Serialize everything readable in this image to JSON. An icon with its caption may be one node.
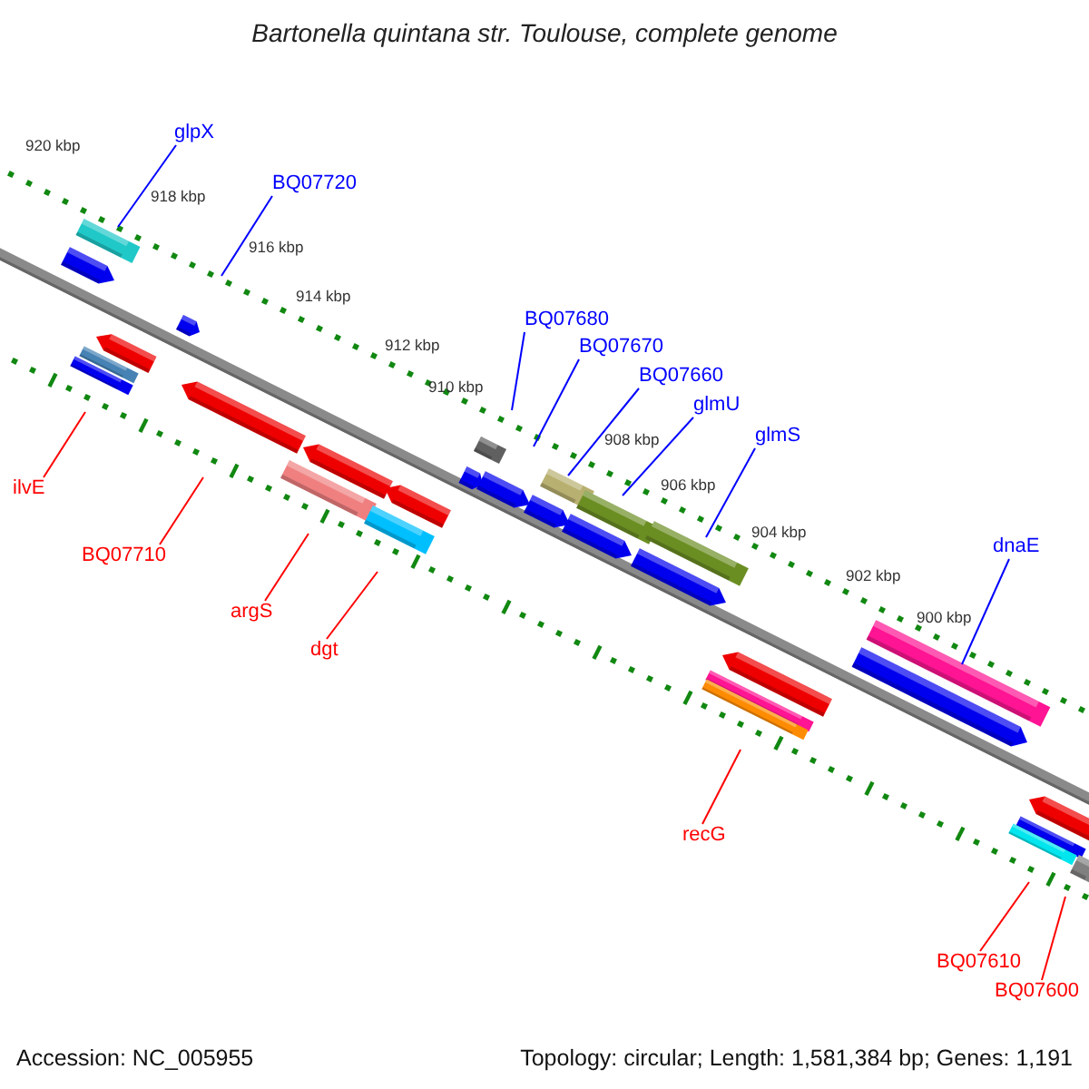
{
  "diagram": {
    "title": "Bartonella quintana str. Toulouse, complete genome",
    "nodes": [
      {
        "text": [
          "glpX"
        ]
      },
      {
        "text": [
          "BQ07720"
        ]
      },
      {
        "text": [
          "BQ07680"
        ]
      },
      {
        "text": [
          "BQ07670"
        ]
      },
      {
        "text": [
          "BQ07660"
        ]
      },
      {
        "text": [
          "glmU"
        ]
      },
      {
        "text": [
          "glmS"
        ]
      },
      {
        "text": [
          "dnaE"
        ]
      },
      {
        "text": [
          "ilvE"
        ]
      },
      {
        "text": [
          "BQ07710"
        ]
      },
      {
        "text": [
          "argS"
        ]
      },
      {
        "text": [
          "dgt"
        ]
      },
      {
        "text": [
          "recG"
        ]
      },
      {
        "text": [
          "BQ07610"
        ]
      },
      {
        "text": [
          "BQ07600"
        ]
      }
    ],
    "edges": [
      {
        "from": 0,
        "to": null,
        "arrow": "none"
      },
      {
        "from": 1,
        "to": null,
        "arrow": "none"
      },
      {
        "from": 2,
        "to": null,
        "arrow": "none"
      },
      {
        "from": 3,
        "to": null,
        "arrow": "none"
      },
      {
        "from": 4,
        "to": null,
        "arrow": "none"
      },
      {
        "from": 5,
        "to": null,
        "arrow": "none"
      },
      {
        "from": 6,
        "to": null,
        "arrow": "none"
      },
      {
        "from": 7,
        "to": null,
        "arrow": "none"
      },
      {
        "from": 8,
        "to": null,
        "arrow": "none",
        "color": "#ff0000"
      },
      {
        "from": 9,
        "to": null,
        "arrow": "none",
        "color": "#ff0000"
      },
      {
        "from": 10,
        "to": null,
        "arrow": "none",
        "color": "#ff0000"
      },
      {
        "from": 11,
        "to": null,
        "arrow": "none",
        "color": "#ff0000"
      },
      {
        "from": 12,
        "to": null,
        "arrow": "none",
        "color": "#ff0000"
      },
      {
        "from": 13,
        "to": null,
        "arrow": "none",
        "color": "#ff0000"
      },
      {
        "from": 14,
        "to": null,
        "arrow": "none",
        "color": "#ff0000"
      }
    ],
    "labels": [
      "920 kbp",
      "918 kbp",
      "916 kbp",
      "914 kbp",
      "912 kbp",
      "910 kbp",
      "908 kbp",
      "906 kbp",
      "904 kbp",
      "902 kbp",
      "900 kbp",
      "Accession: NC_005955",
      "Topology: circular; Length: 1,581,384 bp; Genes: 1,191"
    ]
  }
}
